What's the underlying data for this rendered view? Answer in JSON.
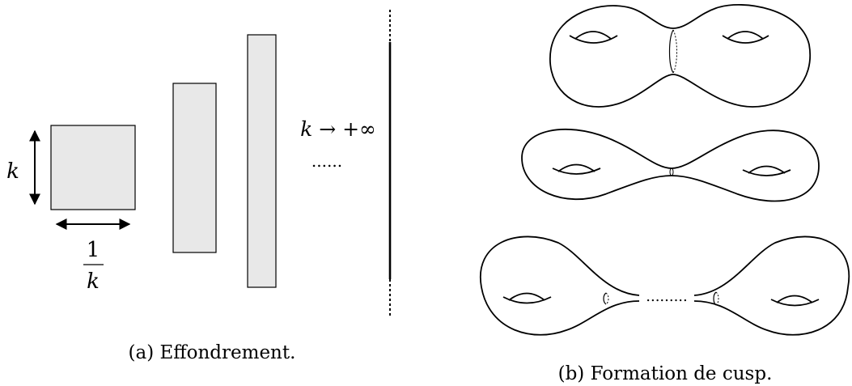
{
  "panel_a": {
    "square_height_label": "k",
    "square_width_label_num": "1",
    "square_width_label_den": "k",
    "limit_label": "k → +∞",
    "ellipsis": "......",
    "caption": "(a) Effondrement."
  },
  "panel_b": {
    "ellipsis": ".........",
    "caption": "(b) Formation de cusp."
  },
  "colors": {
    "rect_fill": "#e8e8e8",
    "stroke": "#000000"
  }
}
